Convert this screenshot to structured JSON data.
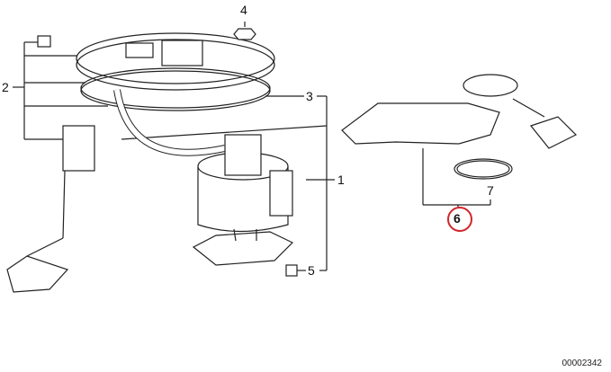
{
  "callouts": {
    "c1": "1",
    "c2": "2",
    "c3": "3",
    "c4": "4",
    "c5": "5",
    "c6": "6",
    "c7": "7"
  },
  "diagram_code": "00002342",
  "colors": {
    "highlight_ring": "#d0262b",
    "line": "#222222"
  }
}
